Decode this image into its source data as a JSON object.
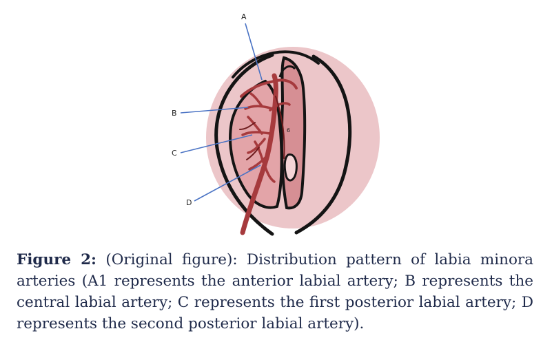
{
  "figure": {
    "labels": {
      "a": "A",
      "b": "B",
      "c": "C",
      "d": "D",
      "inner": "6"
    },
    "colors": {
      "halo": "#ecc6c9",
      "tissue": "#e3a4a8",
      "tissue_dark": "#d68f94",
      "outline": "#141414",
      "artery": "#a63a3d",
      "artery_dark": "#6e1c1e",
      "pointer": "#4a73c4"
    }
  },
  "caption": {
    "label": "Figure 2:",
    "text": " (Original figure): Distribution pattern of labia minora arteries (A1 represents the anterior labial artery; B represents the central labial artery; C represents the first posterior labial artery; D represents the second posterior labial artery)."
  }
}
